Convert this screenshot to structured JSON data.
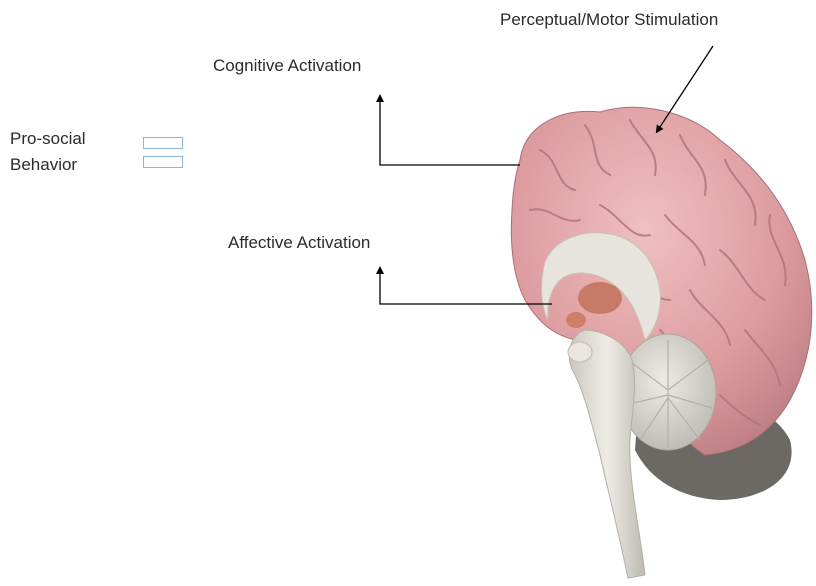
{
  "labels": {
    "perceptual_motor": "Perceptual/Motor Stimulation",
    "cognitive": "Cognitive Activation",
    "affective": "Affective Activation",
    "prosocial_line1": "Pro-social",
    "prosocial_line2": "Behavior"
  },
  "colors": {
    "cortex": "#e2a4a6",
    "cortex_shadow": "#b5787c",
    "white_matter": "#e4e2da",
    "brainstem": "#dcdad0",
    "cerebellum": "#d6d4cb",
    "cerebellum_dark": "#6e6a66",
    "thalamus": "#c97c68",
    "legend_border": "#8fb3d9",
    "arrow": "#000000"
  }
}
